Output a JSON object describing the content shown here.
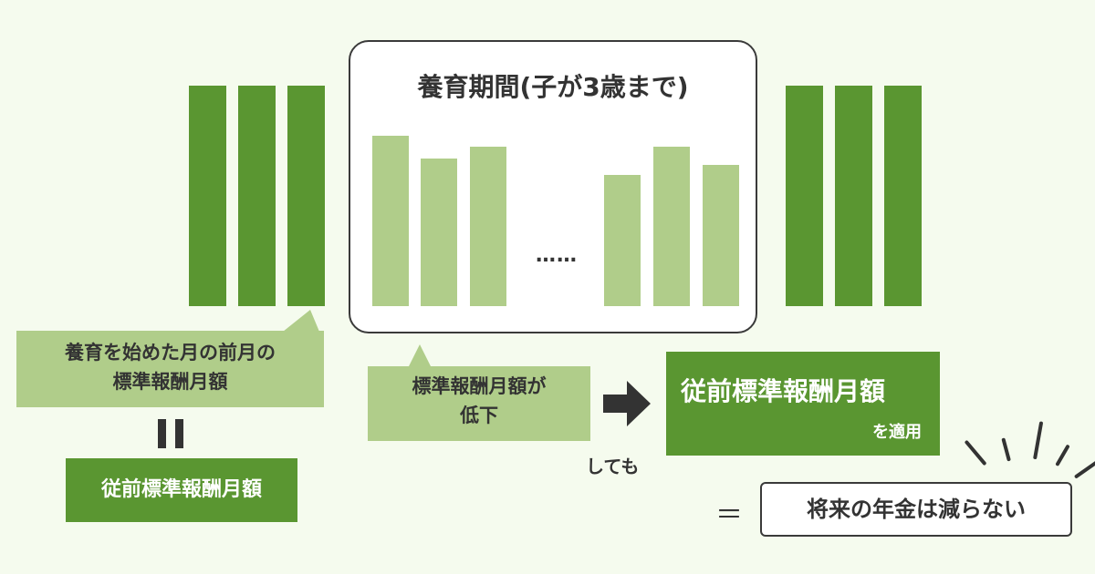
{
  "period_title": "養育期間(子が3歳まで)",
  "ellipsis": "……",
  "left_callout": {
    "line1": "養育を始めた月の前月の",
    "line2": "標準報酬月額"
  },
  "left_equal_symbol": "‖",
  "left_result": "従前標準報酬月額",
  "middle_callout": {
    "line1": "標準報酬月額が",
    "line2": "低下"
  },
  "connector_text": "しても",
  "right_box": {
    "title": "従前標準報酬月額",
    "subtitle": "を適用"
  },
  "equals_sign": "＝",
  "conclusion": "将来の年金は減らない",
  "colors": {
    "dark_green": "#5a9631",
    "light_green": "#b0cd8a",
    "background": "#f5fbee",
    "text": "#333333"
  }
}
